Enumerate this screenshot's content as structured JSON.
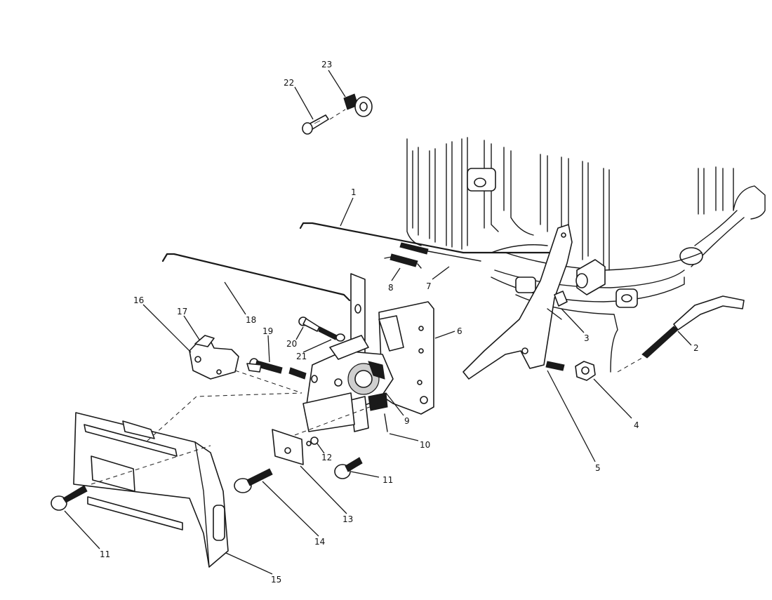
{
  "callouts": [
    "1",
    "2",
    "3",
    "4",
    "5",
    "6",
    "7",
    "8",
    "9",
    "10",
    "11",
    "11",
    "12",
    "13",
    "14",
    "15",
    "16",
    "17",
    "18",
    "19",
    "20",
    "21",
    "22",
    "23"
  ]
}
